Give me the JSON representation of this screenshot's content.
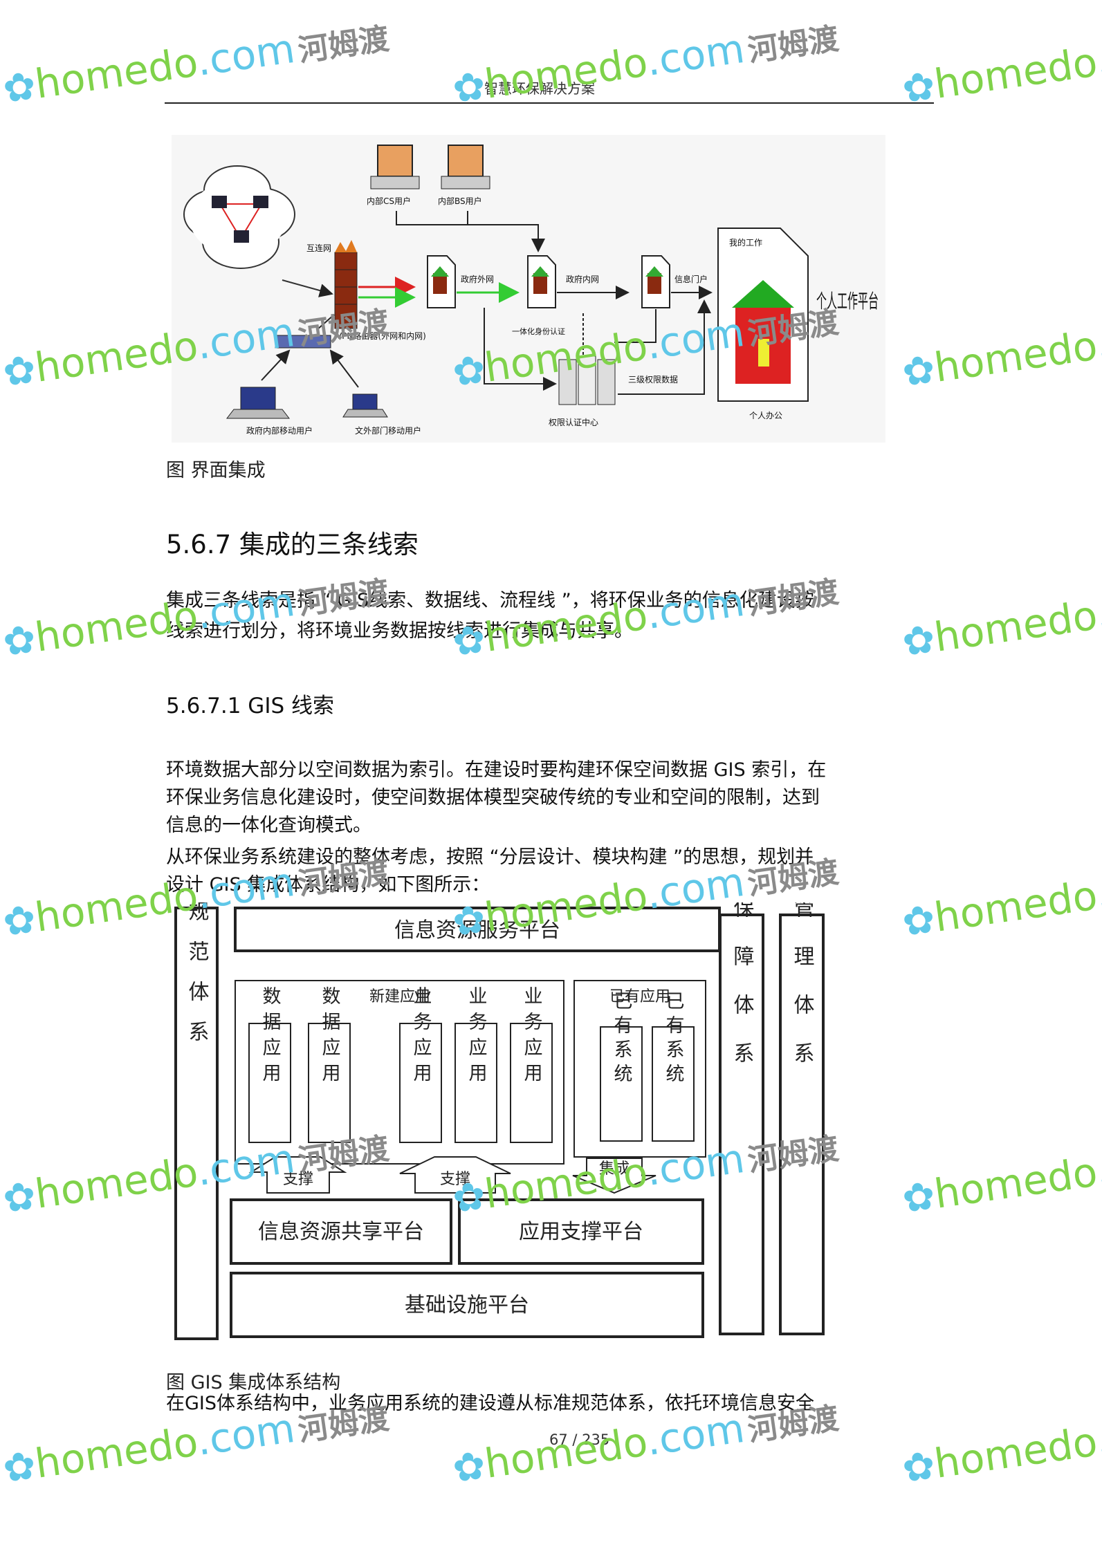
{
  "header": {
    "title": "智慧环保解决方案"
  },
  "figure1": {
    "caption": "图 界面集成",
    "labels": {
      "internal_cs": "内部CS用户",
      "internal_bs": "内部BS用户",
      "internet": "互连网",
      "vpn": "VPN路由器(外网和内网)",
      "extranet": "政府外网",
      "intranet": "政府内网",
      "portal": "信息门户",
      "single_signon": "一体化身份认证",
      "cert_center": "权限认证中心",
      "sync": "三级权限数据",
      "mobile_user": "政府内部移动用户",
      "outside_user": "文外部门移动用户",
      "work_title": "我的工作",
      "personal_platform": "个人工作平台",
      "personal_office": "个人办公"
    }
  },
  "section_567": {
    "heading": "5.6.7 集成的三条线索",
    "para_line1": "集成三条线索是指 “ GIS线索、数据线、流程线 ”，将环保业务的信息化建设按",
    "para_line2": "线索进行划分，将环境业务数据按线索进行集成与共享。"
  },
  "section_5671": {
    "heading": "5.6.7.1    GIS 线索",
    "para1_line1": "环境数据大部分以空间数据为索引。在建设时要构建环保空间数据        GIS 索引，在",
    "para1_line2": "环保业务信息化建设时，使空间数据体模型突破传统的专业和空间的限制，达到",
    "para1_line3": "信息的一体化查询模式。",
    "para2_line1": "从环保业务系统建设的整体考虑，按照    “分层设计、模块构建 ”的思想，规划并",
    "para2_line2": "设计 GIS 集成体系结构，如下图所示："
  },
  "figure2": {
    "caption": "图   GIS 集成体系结构",
    "left_column": "标准规范体系",
    "top_platform": "信息资源服务平台",
    "new_apps_title": "新建应用",
    "new_apps": [
      "数据应用",
      "数据应用",
      "业务应用",
      "业务应用",
      "业务应用"
    ],
    "existing_apps_title": "已有应用",
    "existing_apps": [
      "已有系统",
      "已有系统"
    ],
    "arrow_support1": "支撑",
    "arrow_support2": "支撑",
    "arrow_integrate": "集成",
    "share_platform": "信息资源共享平台",
    "app_support_platform": "应用支撑平台",
    "infra_platform": "基础设施平台",
    "right_column1": "安全保障体系",
    "right_column2": "运行管理体系"
  },
  "closing_line": "在GIS体系结构中，业务应用系统的建设遵从标准规范体系，依托环境信息安全",
  "footer": {
    "page": "67 / 235"
  },
  "watermark": {
    "brand": "homedo",
    "domain": ".com",
    "cn": "河姆渡"
  }
}
